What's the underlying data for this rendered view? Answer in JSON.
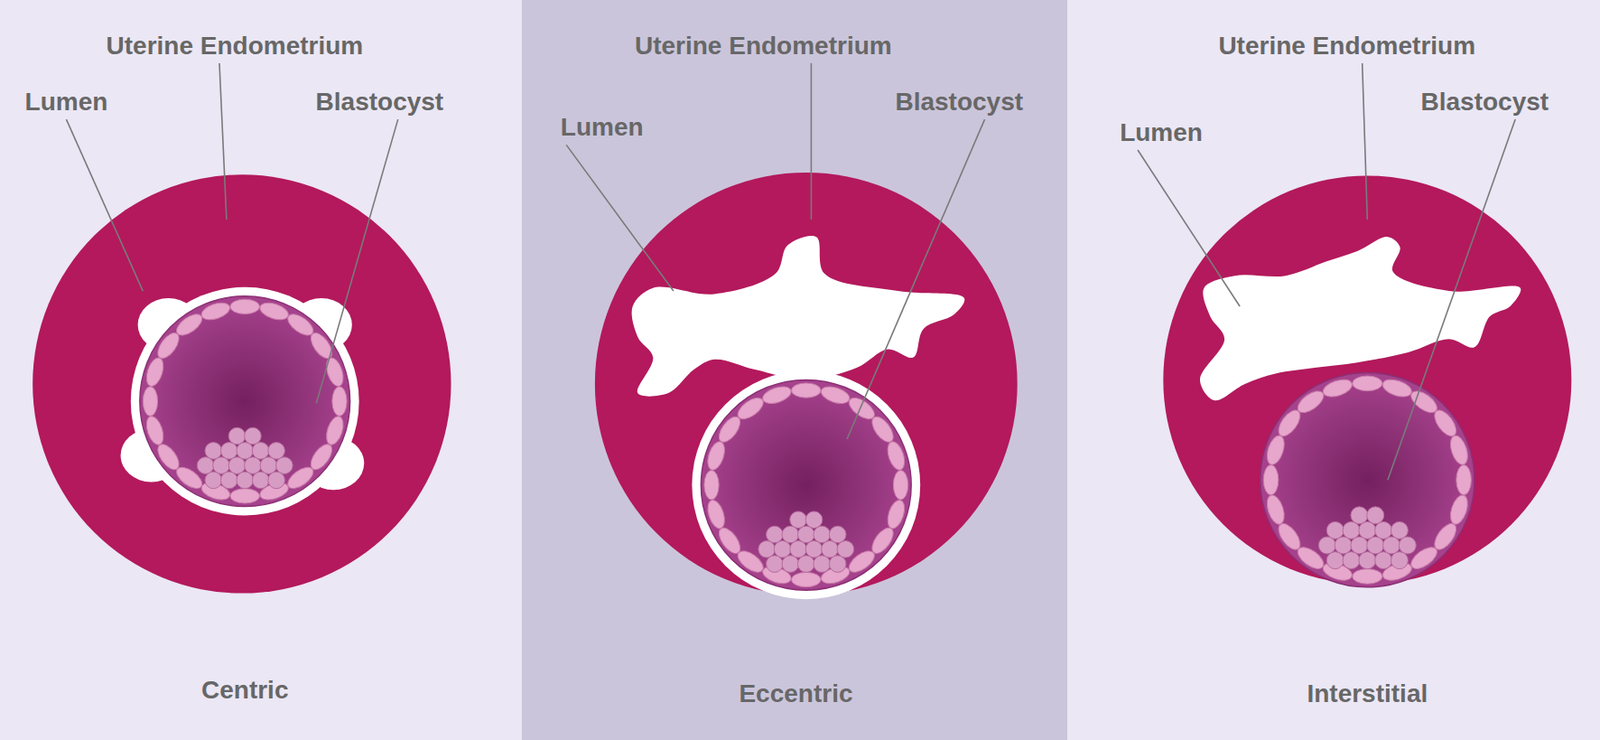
{
  "diagram": {
    "labels": [
      "Uterine Endometrium",
      "Lumen",
      "Blastocyst",
      "Centric",
      "Uterine Endometrium",
      "Lumen",
      "Blastocyst",
      "Eccentric",
      "Uterine Endometrium",
      "Lumen",
      "Blastocyst",
      "Interstitial"
    ]
  }
}
